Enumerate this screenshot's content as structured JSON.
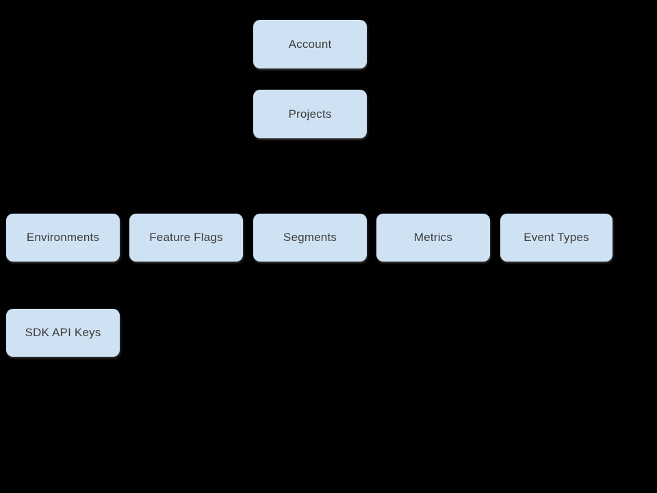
{
  "diagram": {
    "background_color": "#000000",
    "node_fill_color": "#cfe2f3",
    "node_text_color": "#3b3b3b",
    "nodes": {
      "account": {
        "label": "Account"
      },
      "projects": {
        "label": "Projects"
      },
      "environments": {
        "label": "Environments"
      },
      "feature_flags": {
        "label": "Feature Flags"
      },
      "segments": {
        "label": "Segments"
      },
      "metrics": {
        "label": "Metrics"
      },
      "event_types": {
        "label": "Event Types"
      },
      "sdk_api_keys": {
        "label": "SDK API Keys"
      }
    }
  }
}
